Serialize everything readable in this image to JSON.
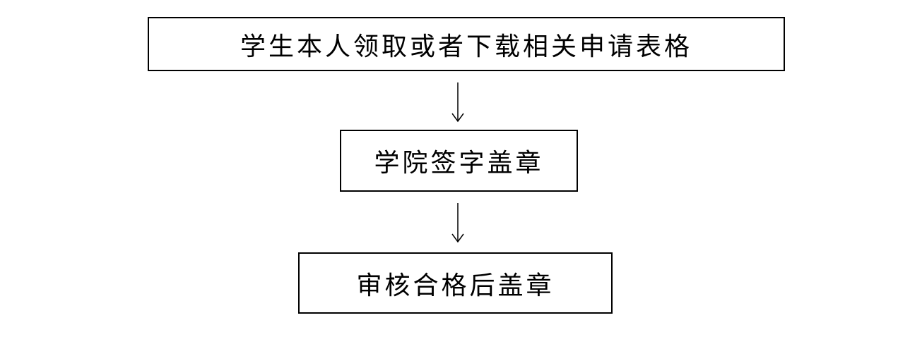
{
  "diagram": {
    "steps": [
      {
        "label": "学生本人领取或者下载相关申请表格"
      },
      {
        "label": "学院签字盖章"
      },
      {
        "label": "审核合格后盖章"
      }
    ],
    "colors": {
      "stroke": "#000000",
      "background": "#ffffff"
    }
  }
}
